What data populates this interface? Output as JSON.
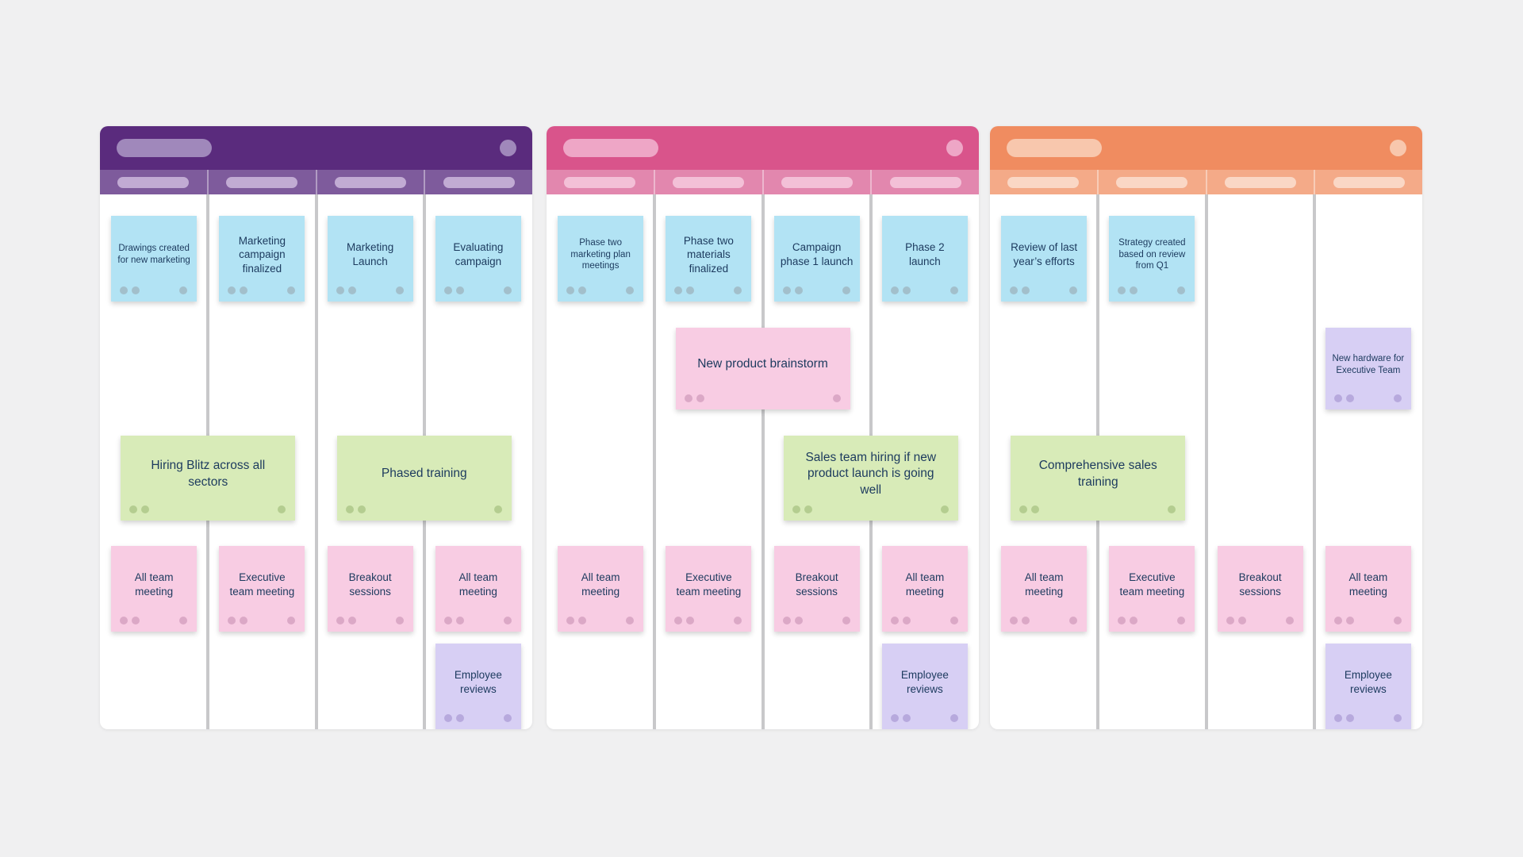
{
  "board": {
    "background": "#f0f0f1",
    "text_color": "#1c3a5e",
    "card_colors": {
      "blue": "#b2e3f4",
      "green": "#d8ebb8",
      "pink": "#f8cce3",
      "purple": "#d7cff4"
    },
    "dot_colors": {
      "blue": "#a2bfcb",
      "green": "#b4cd90",
      "pink": "#dba8c6",
      "purple": "#b7a9dd"
    },
    "divider_color": "#c8c8ca",
    "panels": [
      {
        "theme": {
          "header": "#5a2b7d",
          "strip": "#7e5b9c",
          "pill": "#a088bb",
          "strip_pill": "#c1abd3"
        },
        "cards": [
          {
            "text": "Drawings created for new marketing",
            "color": "blue",
            "col": 1,
            "row": 1,
            "span": 1,
            "size": "sm"
          },
          {
            "text": "Marketing campaign finalized",
            "color": "blue",
            "col": 2,
            "row": 1,
            "span": 1,
            "size": "md"
          },
          {
            "text": "Marketing Launch",
            "color": "blue",
            "col": 3,
            "row": 1,
            "span": 1,
            "size": "md"
          },
          {
            "text": "Evaluating campaign",
            "color": "blue",
            "col": 4,
            "row": 1,
            "span": 1,
            "size": "md"
          },
          {
            "text": "Hiring Blitz across all sectors",
            "color": "green",
            "col": 1,
            "row": 3,
            "span": 2,
            "size": "lg"
          },
          {
            "text": "Phased training",
            "color": "green",
            "col": 3,
            "row": 3,
            "span": 2,
            "size": "lg"
          },
          {
            "text": "All team meeting",
            "color": "pink",
            "col": 1,
            "row": 4,
            "span": 1,
            "size": "md"
          },
          {
            "text": "Executive team meeting",
            "color": "pink",
            "col": 2,
            "row": 4,
            "span": 1,
            "size": "md"
          },
          {
            "text": "Breakout sessions",
            "color": "pink",
            "col": 3,
            "row": 4,
            "span": 1,
            "size": "md"
          },
          {
            "text": "All team meeting",
            "color": "pink",
            "col": 4,
            "row": 4,
            "span": 1,
            "size": "md"
          },
          {
            "text": "Employee reviews",
            "color": "purple",
            "col": 4,
            "row": 5,
            "span": 1,
            "size": "md"
          }
        ]
      },
      {
        "theme": {
          "header": "#d9548b",
          "strip": "#e287ae",
          "pill": "#eea6c6",
          "strip_pill": "#f3c0d7"
        },
        "cards": [
          {
            "text": "Phase two marketing plan meetings",
            "color": "blue",
            "col": 1,
            "row": 1,
            "span": 1,
            "size": "sm"
          },
          {
            "text": "Phase two materials finalized",
            "color": "blue",
            "col": 2,
            "row": 1,
            "span": 1,
            "size": "md"
          },
          {
            "text": "Campaign phase 1 launch",
            "color": "blue",
            "col": 3,
            "row": 1,
            "span": 1,
            "size": "md"
          },
          {
            "text": "Phase 2 launch",
            "color": "blue",
            "col": 4,
            "row": 1,
            "span": 1,
            "size": "md"
          },
          {
            "text": "New product brainstorm",
            "color": "pink",
            "col": 2,
            "row": 2,
            "span": 2,
            "size": "lg"
          },
          {
            "text": "Sales team hiring if new product launch is going well",
            "color": "green",
            "col": 3,
            "row": 3,
            "span": 2,
            "size": "lg"
          },
          {
            "text": "All team meeting",
            "color": "pink",
            "col": 1,
            "row": 4,
            "span": 1,
            "size": "md"
          },
          {
            "text": "Executive team meeting",
            "color": "pink",
            "col": 2,
            "row": 4,
            "span": 1,
            "size": "md"
          },
          {
            "text": "Breakout sessions",
            "color": "pink",
            "col": 3,
            "row": 4,
            "span": 1,
            "size": "md"
          },
          {
            "text": "All team meeting",
            "color": "pink",
            "col": 4,
            "row": 4,
            "span": 1,
            "size": "md"
          },
          {
            "text": "Employee reviews",
            "color": "purple",
            "col": 4,
            "row": 5,
            "span": 1,
            "size": "md"
          }
        ]
      },
      {
        "theme": {
          "header": "#f08c60",
          "strip": "#f4aa88",
          "pill": "#f8c7ad",
          "strip_pill": "#fad7c5"
        },
        "cards": [
          {
            "text": "Review of last year’s efforts",
            "color": "blue",
            "col": 1,
            "row": 1,
            "span": 1,
            "size": "md"
          },
          {
            "text": "Strategy created based on review from Q1",
            "color": "blue",
            "col": 2,
            "row": 1,
            "span": 1,
            "size": "sm"
          },
          {
            "text": "New hardware for Executive Team",
            "color": "purple",
            "col": 4,
            "row": 2,
            "span": 1,
            "size": "sm"
          },
          {
            "text": "Comprehensive sales training",
            "color": "green",
            "col": 1,
            "row": 3,
            "span": 2,
            "size": "lg"
          },
          {
            "text": "All team meeting",
            "color": "pink",
            "col": 1,
            "row": 4,
            "span": 1,
            "size": "md"
          },
          {
            "text": "Executive team meeting",
            "color": "pink",
            "col": 2,
            "row": 4,
            "span": 1,
            "size": "md"
          },
          {
            "text": "Breakout sessions",
            "color": "pink",
            "col": 3,
            "row": 4,
            "span": 1,
            "size": "md"
          },
          {
            "text": "All team meeting",
            "color": "pink",
            "col": 4,
            "row": 4,
            "span": 1,
            "size": "md"
          },
          {
            "text": "Employee reviews",
            "color": "purple",
            "col": 4,
            "row": 5,
            "span": 1,
            "size": "md"
          }
        ]
      }
    ]
  }
}
